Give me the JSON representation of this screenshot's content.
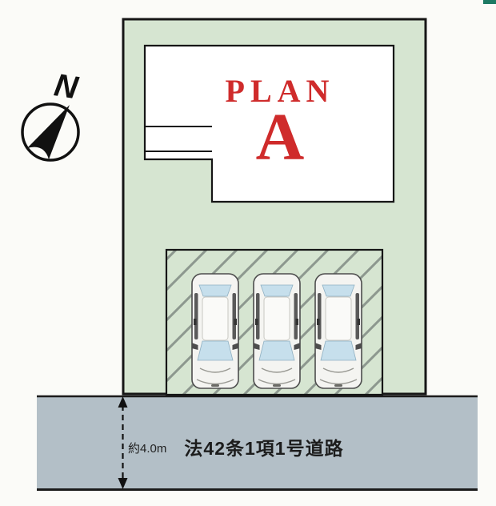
{
  "compass": {
    "label": "N"
  },
  "plan": {
    "name_line": "PLAN",
    "variant": "A"
  },
  "road": {
    "label": "法42条1項1号道路",
    "width_label": "約4.0m"
  },
  "site": {
    "car_count": 3,
    "areas": [
      "building",
      "parking"
    ]
  },
  "colors": {
    "plot_green": "#d6e5d1",
    "building_white": "#ffffff",
    "outline_black": "#161616",
    "road_gray": "#b3bfc7",
    "hatch_gray": "#8d988f",
    "plan_red": "#cf2b2b",
    "car_window_blue": "#c6dfec",
    "corner_mark_green": "#1d7a64"
  }
}
